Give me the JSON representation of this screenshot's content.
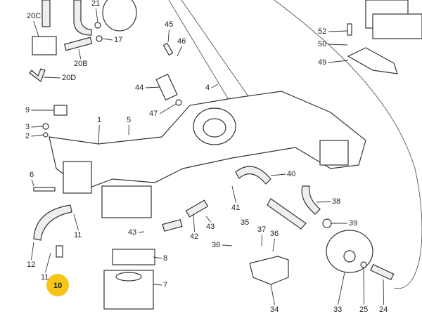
{
  "diagram": {
    "highlight_color": "#f5c518",
    "highlighted_part": "10",
    "callouts": [
      "20C",
      "21",
      "17",
      "20B",
      "20D",
      "45",
      "46",
      "44",
      "47",
      "4",
      "9",
      "3",
      "2",
      "1",
      "5",
      "6",
      "12",
      "11",
      "10",
      "11",
      "43",
      "42",
      "43",
      "8",
      "7",
      "40",
      "41",
      "38",
      "39",
      "35",
      "37",
      "36",
      "36",
      "34",
      "33",
      "25",
      "24",
      "52",
      "50",
      "49"
    ]
  }
}
